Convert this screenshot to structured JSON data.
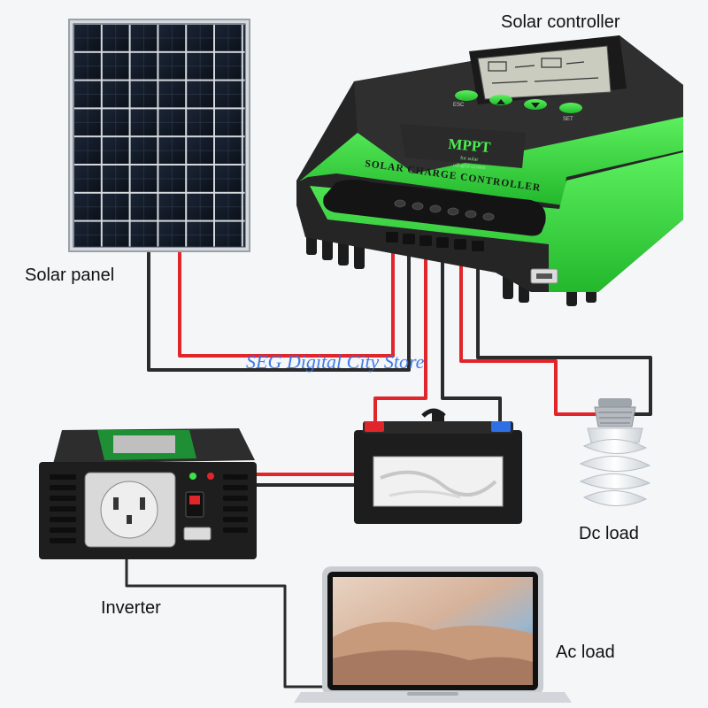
{
  "labels": {
    "solar_controller": "Solar controller",
    "solar_panel": "Solar panel",
    "dc_load": "Dc load",
    "inverter": "Inverter",
    "ac_load": "Ac load"
  },
  "controller": {
    "brand": "MPPT",
    "subtitle_1": "for solar",
    "subtitle_2": "off-grid system",
    "front_text": "SOLAR CHARGE CONTROLLER",
    "buttons": [
      "ESC",
      "",
      "",
      "SET"
    ]
  },
  "watermark": "SEG Digital City Store",
  "colors": {
    "wire_positive": "#e0262b",
    "wire_negative": "#2b2b2b",
    "controller_accent": "#3fe04a",
    "background": "#f4f6f8"
  },
  "icons": [
    "solar-panel",
    "charge-controller",
    "battery",
    "light-bulb",
    "inverter",
    "laptop"
  ]
}
